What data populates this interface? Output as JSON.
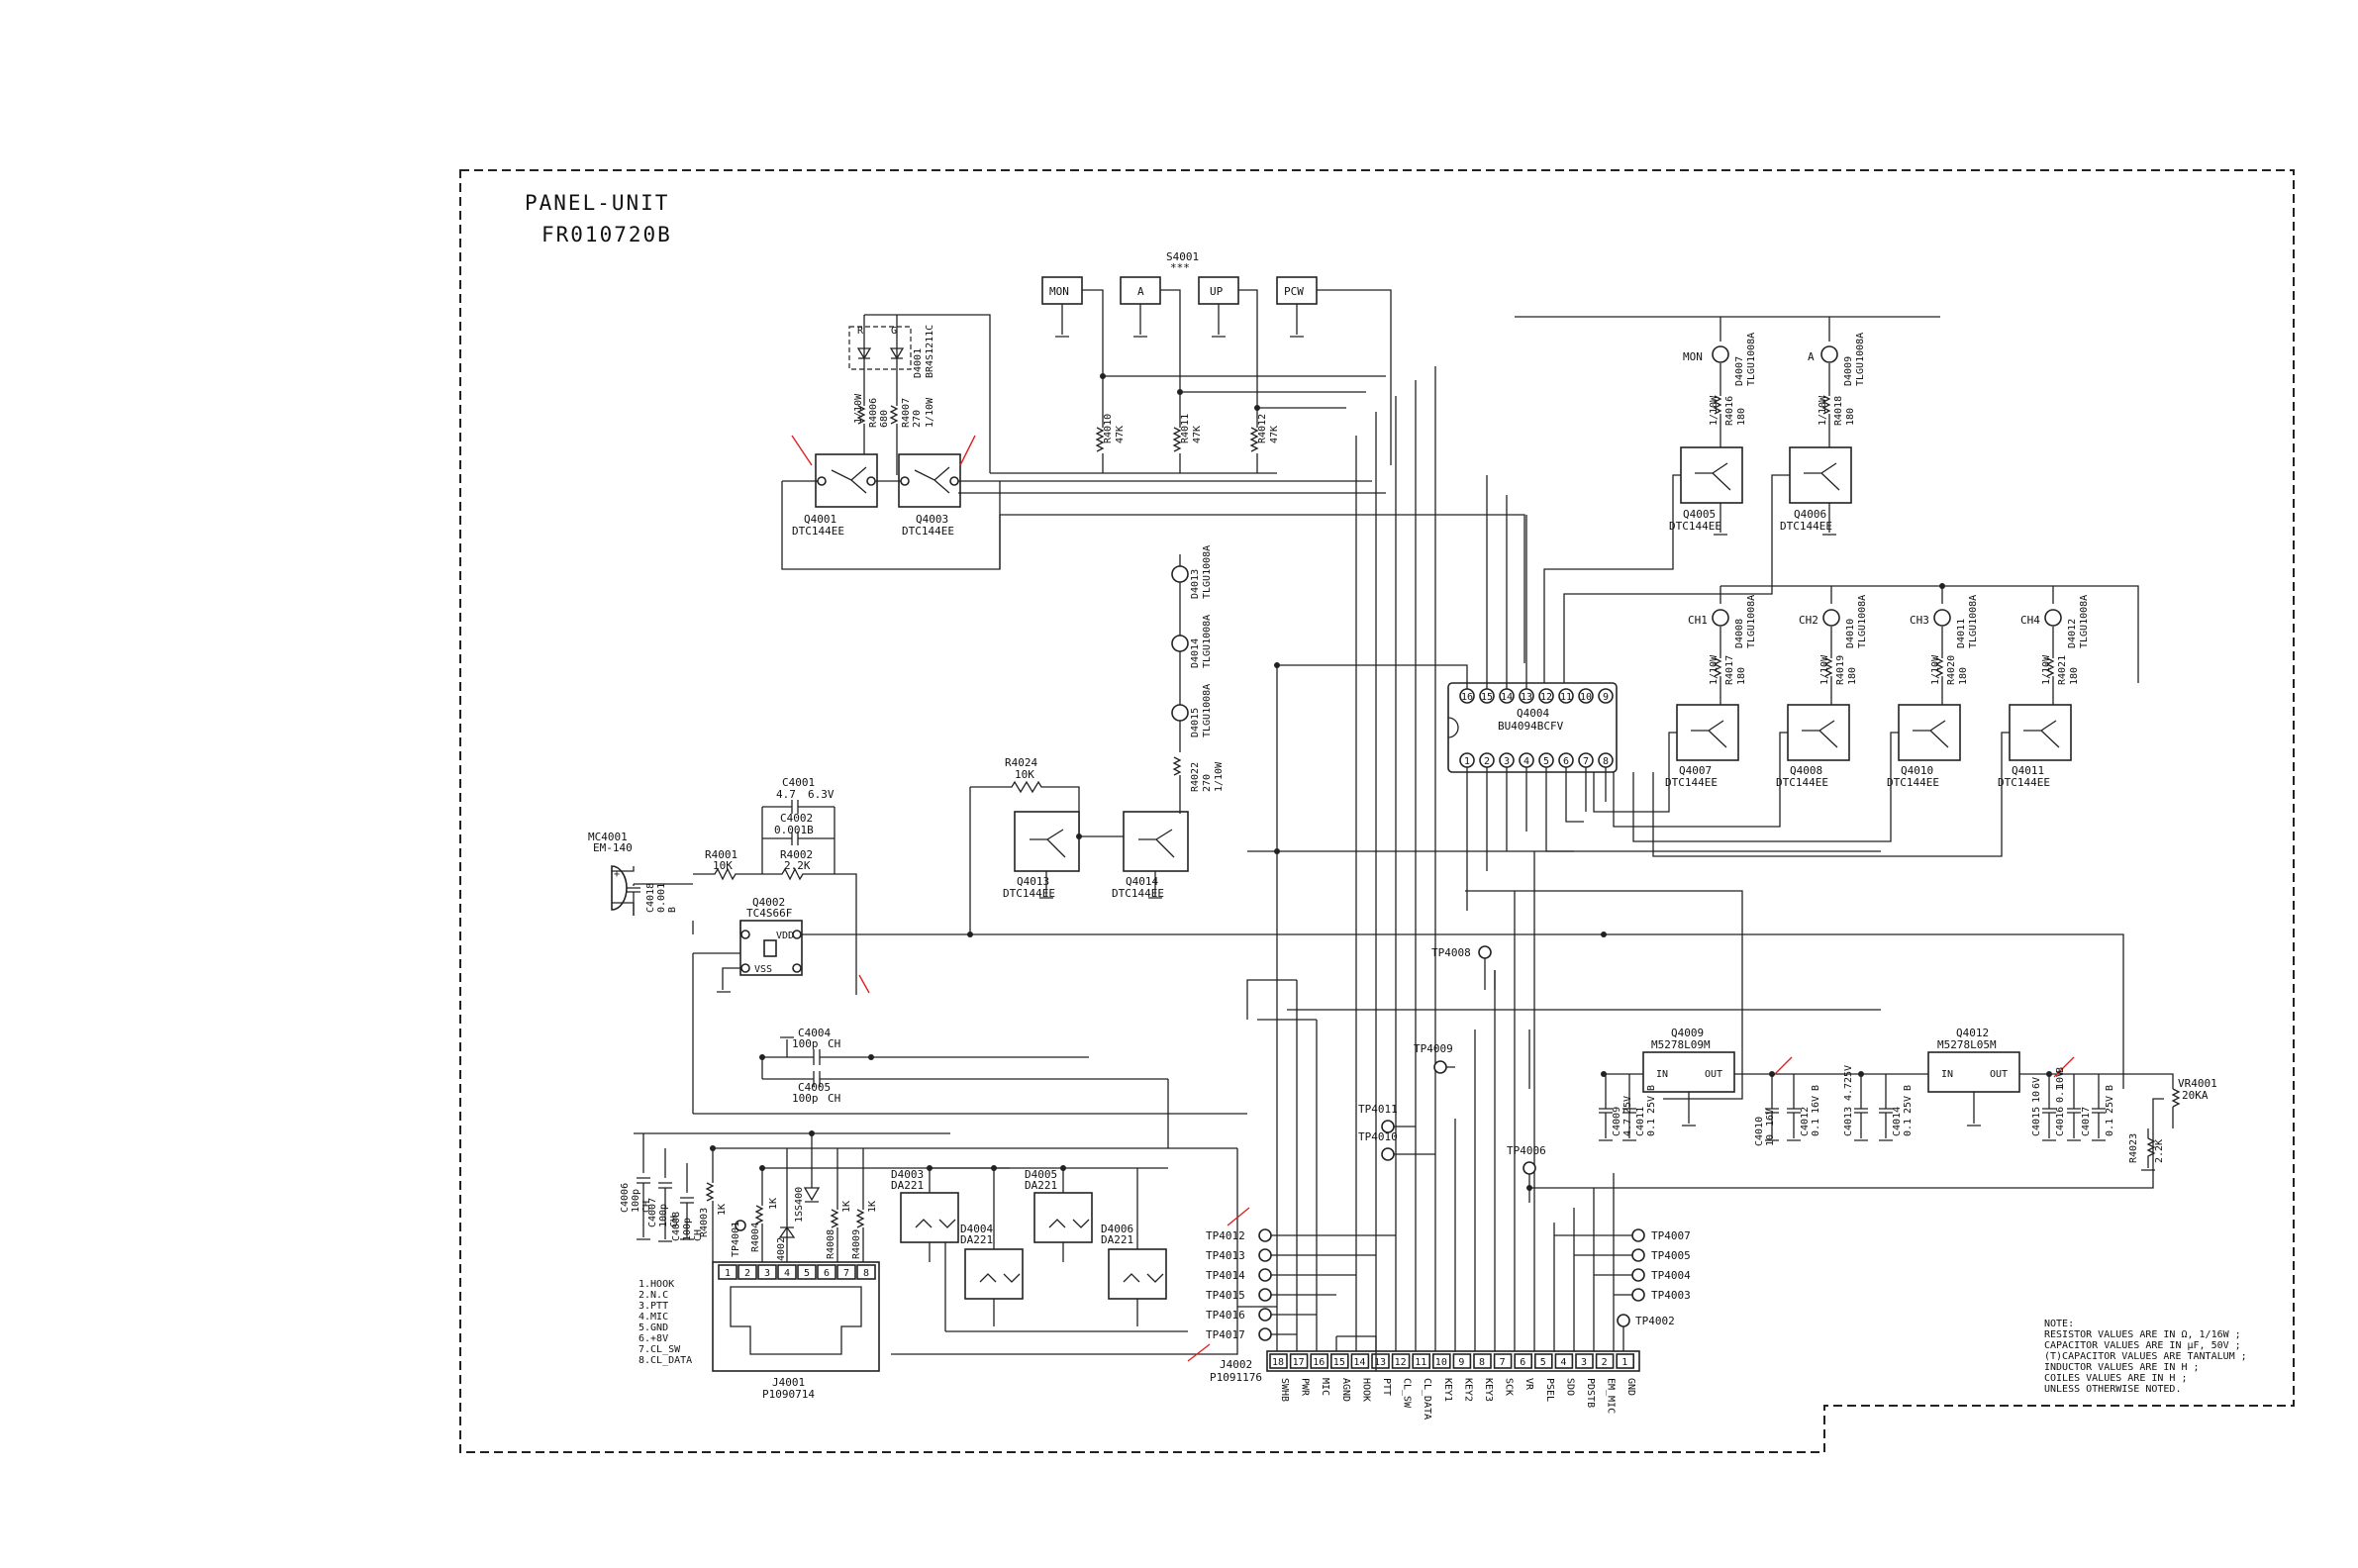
{
  "panel": {
    "title": "PANEL-UNIT",
    "code": "FR010720B"
  },
  "switch": {
    "ref": "S4001",
    "note": "***",
    "keys": [
      "MON",
      "A",
      "UP",
      "PCW"
    ]
  },
  "resistors_pullup": [
    {
      "ref": "R4010",
      "value": "47K"
    },
    {
      "ref": "R4011",
      "value": "47K"
    },
    {
      "ref": "R4012",
      "value": "47K"
    }
  ],
  "led_pair": {
    "ref": "D4001",
    "part": "BR4S1211C",
    "pins": [
      "R",
      "G"
    ],
    "resistors": [
      {
        "ref": "R4006",
        "value": "680",
        "power": "1/10W"
      },
      {
        "ref": "R4007",
        "value": "270",
        "power": "1/10W"
      }
    ]
  },
  "q_left": [
    {
      "ref": "Q4001",
      "part": "DTC144EE"
    },
    {
      "ref": "Q4003",
      "part": "DTC144EE"
    }
  ],
  "mon_leds": [
    {
      "label": "MON",
      "ref": "D4007",
      "part": "TLGU1008A",
      "res": "R4016",
      "value": "180",
      "power": "1/10W",
      "q": "Q4005"
    },
    {
      "label": "A",
      "ref": "D4009",
      "part": "TLGU1008A",
      "res": "R4018",
      "value": "180",
      "power": "1/10W",
      "q": "Q4006"
    }
  ],
  "ch_leds": [
    {
      "label": "CH1",
      "ref": "D4008",
      "part": "TLGU1008A",
      "res": "R4017",
      "value": "180",
      "power": "1/10W",
      "q": "Q4007"
    },
    {
      "label": "CH2",
      "ref": "D4010",
      "part": "TLGU1008A",
      "res": "R4019",
      "value": "180",
      "power": "1/10W",
      "q": "Q4008"
    },
    {
      "label": "CH3",
      "ref": "D4011",
      "part": "TLGU1008A",
      "res": "R4020",
      "value": "180",
      "power": "1/10W",
      "q": "Q4010"
    },
    {
      "label": "CH4",
      "ref": "D4012",
      "part": "TLGU1008A",
      "res": "R4021",
      "value": "180",
      "power": "1/10W",
      "q": "Q4011"
    }
  ],
  "q_dtc": "DTC144EE",
  "backlight": [
    {
      "ref": "D4013",
      "part": "TLGU1008A"
    },
    {
      "ref": "D4014",
      "part": "TLGU1008A"
    },
    {
      "ref": "D4015",
      "part": "TLGU1008A"
    }
  ],
  "r4022": {
    "ref": "R4022",
    "value": "270",
    "power": "1/10W"
  },
  "r4024": {
    "ref": "R4024",
    "value": "10K"
  },
  "q_mid": [
    {
      "ref": "Q4013",
      "part": "DTC144EE"
    },
    {
      "ref": "Q4014",
      "part": "DTC144EE"
    }
  ],
  "ic_shift": {
    "ref": "Q4004",
    "part": "BU4094BCFV",
    "top_pins": [
      "16",
      "15",
      "14",
      "13",
      "12",
      "11",
      "10",
      "9"
    ],
    "bot_pins": [
      "1",
      "2",
      "3",
      "4",
      "5",
      "6",
      "7",
      "8"
    ]
  },
  "mic": {
    "ref": "MC4001",
    "part": "EM-140",
    "cap": "C4018",
    "cap_value": "0.001",
    "cap_type": "B"
  },
  "mic_net": {
    "c4001": {
      "ref": "C4001",
      "value": "4.7",
      "rating": "6.3V"
    },
    "c4002": {
      "ref": "C4002",
      "value": "0.001B"
    },
    "r4001": {
      "ref": "R4001",
      "value": "10K"
    },
    "r4002": {
      "ref": "R4002",
      "value": "2.2K"
    }
  },
  "analog_sw": {
    "ref": "Q4002",
    "part": "TC4S66F",
    "vdd": "VDD",
    "vss": "VSS"
  },
  "caps_ch": {
    "c4004": {
      "ref": "C4004",
      "value": "100p",
      "type": "CH"
    },
    "c4005": {
      "ref": "C4005",
      "value": "100p",
      "type": "CH"
    }
  },
  "bottom_left": {
    "caps": [
      {
        "ref": "C4006",
        "value": "100p",
        "type": "CH"
      },
      {
        "ref": "C4007",
        "value": "100p",
        "type": "CH"
      },
      {
        "ref": "C4008",
        "value": "100p",
        "type": "CH"
      }
    ],
    "r4003": {
      "ref": "R4003",
      "value": "1K"
    },
    "tp4001": "TP4001",
    "r4004": {
      "ref": "R4004",
      "value": "1K"
    },
    "d4002": {
      "ref": "D4002",
      "part": "1SS400"
    },
    "r4008": {
      "ref": "R4008",
      "value": "1K"
    },
    "r4009": {
      "ref": "R4009",
      "value": "1K"
    }
  },
  "diode_arrays": [
    {
      "ref": "D4003",
      "part": "DA221"
    },
    {
      "ref": "D4004",
      "part": "DA221"
    },
    {
      "ref": "D4005",
      "part": "DA221"
    },
    {
      "ref": "D4006",
      "part": "DA221"
    }
  ],
  "j4001": {
    "ref": "J4001",
    "part": "P1090714",
    "pins": [
      "1",
      "2",
      "3",
      "4",
      "5",
      "6",
      "7",
      "8"
    ],
    "legend": [
      "1.HOOK",
      "2.N.C",
      "3.PTT",
      "4.MIC",
      "5.GND",
      "6.+8V",
      "7.CL_SW",
      "8.CL_DATA"
    ]
  },
  "j4002": {
    "ref": "J4002",
    "part": "P1091176",
    "pins": [
      "18",
      "17",
      "16",
      "15",
      "14",
      "13",
      "12",
      "11",
      "10",
      "9",
      "8",
      "7",
      "6",
      "5",
      "4",
      "3",
      "2",
      "1"
    ],
    "signals": [
      "SWHB",
      "PWR",
      "MIC",
      "AGND",
      "HOOK",
      "PTT",
      "CL_SW",
      "CL_DATA",
      "KEY1",
      "KEY2",
      "KEY3",
      "SCK",
      "VR",
      "PSEL",
      "SDO",
      "PDSTB",
      "EM_MIC",
      "GND"
    ]
  },
  "tps_left": [
    "TP4012",
    "TP4013",
    "TP4014",
    "TP4015",
    "TP4016",
    "TP4017"
  ],
  "tps_right": [
    "TP4007",
    "TP4005",
    "TP4004",
    "TP4003",
    "TP4002"
  ],
  "tps_mid": {
    "tp4008": "TP4008",
    "tp4009": "TP4009",
    "tp4011": "TP4011",
    "tp4010": "TP4010",
    "tp4006": "TP4006"
  },
  "regs": [
    {
      "ref": "Q4009",
      "part": "M5278L09M",
      "in": "IN",
      "out": "OUT"
    },
    {
      "ref": "Q4012",
      "part": "M5278L05M",
      "in": "IN",
      "out": "OUT"
    }
  ],
  "reg_caps": [
    {
      "ref": "C4009",
      "value": "4.7",
      "rating": "25V"
    },
    {
      "ref": "C4011",
      "value": "0.1",
      "rating": "25V",
      "type": "B"
    },
    {
      "ref": "C4010",
      "value": "10",
      "rating": "16V"
    },
    {
      "ref": "C4012",
      "value": "0.1",
      "rating": "16V",
      "type": "B"
    },
    {
      "ref": "C4013",
      "value": "4.7",
      "rating": "25V"
    },
    {
      "ref": "C4014",
      "value": "0.1",
      "rating": "25V",
      "type": "B"
    },
    {
      "ref": "C4015",
      "value": "10",
      "rating": "6V"
    },
    {
      "ref": "C4016",
      "value": "0.1",
      "rating": "10V",
      "type": "B"
    },
    {
      "ref": "C4017",
      "value": "0.1",
      "rating": "25V",
      "type": "B"
    }
  ],
  "vr": {
    "ref": "VR4001",
    "value": "20KA"
  },
  "r4023": {
    "ref": "R4023",
    "value": "2.2K"
  },
  "notes": [
    "NOTE:",
    "RESISTOR VALUES ARE IN Ω,  1/16W ;",
    "CAPACITOR VALUES ARE IN μF, 50V ;",
    "(T)CAPACITOR VALUES ARE TANTALUM ;",
    "INDUCTOR VALUES ARE IN H ;",
    "COILES VALUES ARE IN H ;",
    "UNLESS OTHERWISE NOTED."
  ]
}
